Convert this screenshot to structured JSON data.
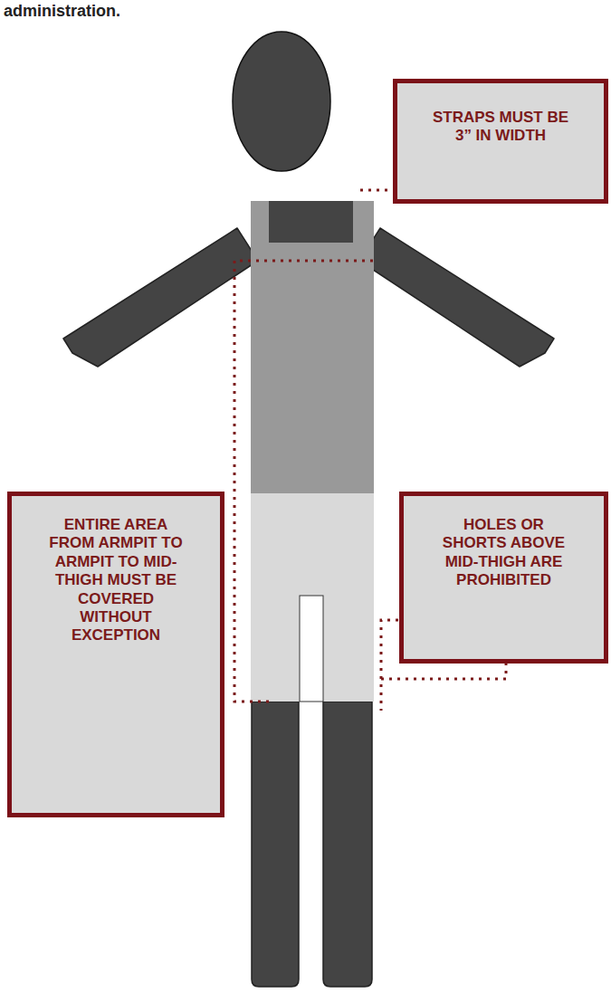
{
  "diagram": {
    "nodes": [
      {
        "text": [
          "STRAPS MUST BE 3” IN WIDTH"
        ]
      },
      {
        "text": [
          "ENTIRE AREA FROM ARMPIT TO ARMPIT TO MID-THIGH MUST BE COVERED WITHOUT EXCEPTION"
        ]
      },
      {
        "text": [
          "HOLES OR SHORTS ABOVE MID-THIGH ARE PROHIBITED"
        ]
      }
    ],
    "labels": [
      "administration."
    ]
  }
}
